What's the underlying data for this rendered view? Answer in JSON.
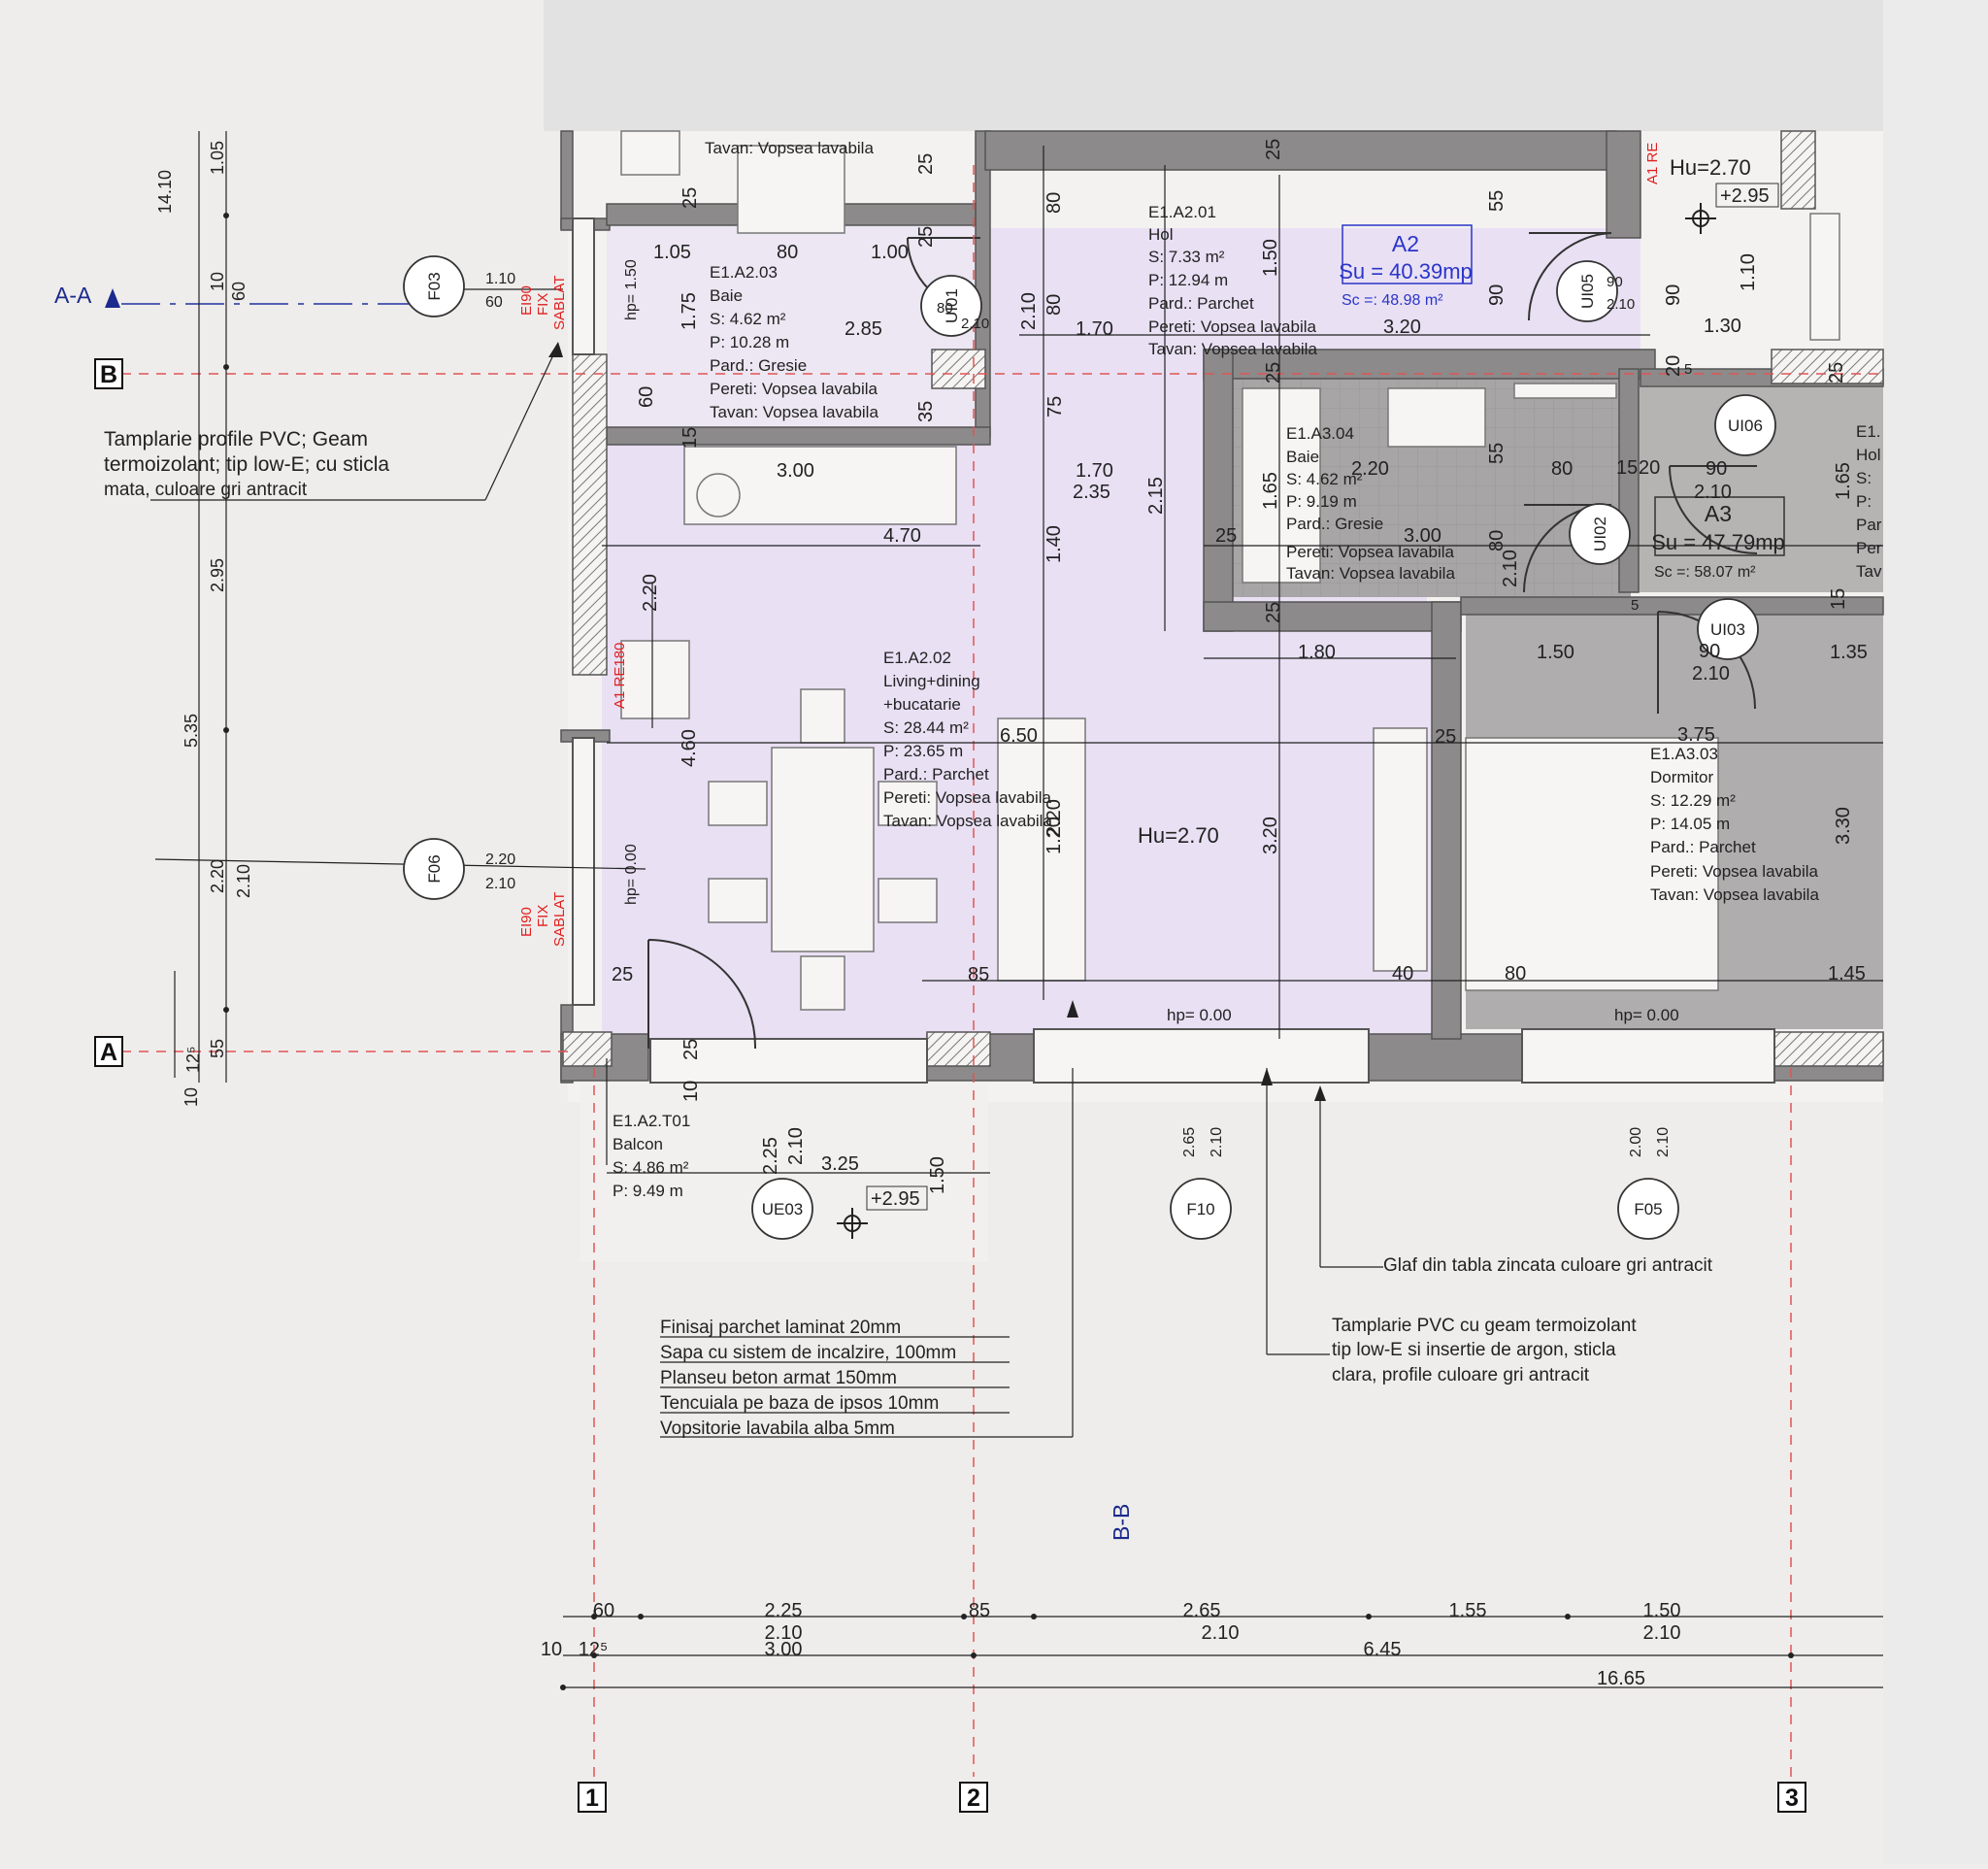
{
  "sections": {
    "aa": "A-A",
    "bb": "B-B"
  },
  "grid_labels": {
    "b": "B",
    "a": "A",
    "c1": "1",
    "c2": "2",
    "c3": "3"
  },
  "apartments": {
    "a2": {
      "name": "A2",
      "su": "Su = 40.39mp",
      "sc": "Sc =: 48.98 m²"
    },
    "a3": {
      "name": "A3",
      "su": "Su = 47.79mp",
      "sc": "Sc =: 58.07 m²"
    }
  },
  "rooms": {
    "hol": [
      "E1.A2.01",
      "Hol",
      "S: 7.33 m²",
      "P: 12.94 m",
      "Pard.: Parchet",
      "Pereti: Vopsea lavabila",
      "Tavan: Vopsea lavabila"
    ],
    "baie1": [
      "E1.A2.03",
      "Baie",
      "S: 4.62 m²",
      "P: 10.28 m",
      "Pard.: Gresie",
      "Pereti: Vopsea lavabila",
      "Tavan: Vopsea lavabila"
    ],
    "living": [
      "E1.A2.02",
      "Living+dining",
      "+bucatarie",
      "S: 28.44 m²",
      "P: 23.65 m",
      "Pard.: Parchet",
      "Pereti: Vopsea lavabila",
      "Tavan: Vopsea lavabila"
    ],
    "baie2": [
      "E1.A3.04",
      "Baie",
      "S: 4.62 m²",
      "P: 9.19 m",
      "Pard.: Gresie",
      "Pereti: Vopsea lavabila",
      "Tavan: Vopsea lavabila"
    ],
    "dormitor": [
      "E1.A3.03",
      "Dormitor",
      "S: 12.29 m²",
      "P: 14.05 m",
      "Pard.: Parchet",
      "Pereti: Vopsea lavabila",
      "Tavan: Vopsea lavabila"
    ],
    "balcon": [
      "E1.A2.T01",
      "Balcon",
      "S: 4.86 m²",
      "P: 9.49 m"
    ],
    "top_tavan": "Tavan: Vopsea lavabila",
    "hol_right": [
      "E1.",
      "Hol",
      "S:",
      "P:",
      "Par",
      "Per",
      "Tav"
    ]
  },
  "heights": {
    "hu_living": "Hu=2.70",
    "hu_top": "Hu=2.70",
    "level_top": "+2.95",
    "level_balcon": "+2.95",
    "hp_left1": "hp= 1.50",
    "hp_left2": "hp= 0.00",
    "hp_bottom1": "hp= 0.00",
    "hp_bottom2": "hp= 0.00"
  },
  "tags": {
    "f03": "F03",
    "f06": "F06",
    "f10": "F10",
    "f05": "F05",
    "ue03": "UE03",
    "ui01": "UI01",
    "ui05": "UI05",
    "ui06": "UI06",
    "ui02": "UI02",
    "ui03": "UI03"
  },
  "tag_dims": {
    "f03_a": "1.10",
    "f03_b": "60",
    "f06_a": "2.20",
    "f06_b": "2.10",
    "f10_a": "2.65",
    "f10_b": "2.10",
    "f05_a": "2.00",
    "f05_b": "2.10"
  },
  "fire": {
    "ei90_1": "EI90",
    "fix_1": "FIX",
    "sablat_1": "SABLAT",
    "ei90_2": "EI90",
    "fix_2": "FIX",
    "sablat_2": "SABLAT",
    "atre": "A1 RE180",
    "atre_top": "A1 RE"
  },
  "notes": {
    "pvc_left": [
      "Tamplarie profile PVC; Geam",
      "termoizolant; tip low-E; cu sticla",
      "mata, culoare gri antracit"
    ],
    "glaf": "Glaf din tabla zincata culoare gri antracit",
    "pvc_right": [
      "Tamplarie PVC cu geam termoizolant",
      "tip low-E si insertie de argon, sticla",
      "clara, profile culoare gri antracit"
    ],
    "layers": [
      "Finisaj parchet laminat 20mm",
      "Sapa cu sistem de incalzire, 100mm",
      "Planseu beton armat 150mm",
      "Tencuiala pe baza de ipsos 10mm",
      "Vopsitorie lavabila alba 5mm"
    ]
  },
  "dims_left": {
    "d1": "14.10",
    "d2": "1.05",
    "d3": "10",
    "d4": "60",
    "d5": "2.95",
    "d6": "5.35",
    "d7": "2.20",
    "d8": "2.10",
    "d9": "55",
    "d10": "12⁵",
    "d11": "10"
  },
  "dims_interior": {
    "i1": "1.05",
    "i2": "80",
    "i3": "1.00",
    "i4": "2.85",
    "i5": "1.75",
    "i6": "60",
    "i7": "25",
    "i8": "35",
    "i9": "15",
    "i10": "3.00",
    "i11": "1.70",
    "i12": "2.35",
    "i13": "4.70",
    "i14": "2.20",
    "i15": "4.60",
    "i16": "6.50",
    "i17": "2.15",
    "i18": "1.40",
    "i19": "75",
    "i20": "80",
    "i21": "2.10",
    "i22": "80",
    "i23": "1.70",
    "i24": "1.50",
    "i25": "3.20",
    "i26": "55",
    "i27": "90",
    "i28": "25",
    "i29": "25",
    "i30": "25",
    "i31": "1.80",
    "i32": "3.20",
    "i33": "2.20",
    "i34": "3.00",
    "i35": "1.65",
    "i36": "55",
    "i37": "80",
    "i38": "2.10",
    "i39": "80",
    "i40": "25",
    "i41": "1.30",
    "i42": "90",
    "i43": "2.10",
    "i44": "15",
    "i45": "20",
    "i46": "1.50",
    "i47": "90",
    "i48": "2.10",
    "i49": "1.35",
    "i50": "3.75",
    "i51": "3.30",
    "i52": "1.65",
    "i53": "25",
    "i54": "85",
    "i55": "40",
    "i56": "80",
    "i57": "1.45",
    "i58": "25",
    "i59": "3.25",
    "i60": "2.25",
    "i61": "2.10",
    "i62": "1.50",
    "i63": "10",
    "i64": "25",
    "i65": "1.10",
    "i66": "90",
    "i67": "2.20",
    "i68": "25",
    "i69": "80",
    "i70": "2.10",
    "i71": "25",
    "i72": "90",
    "i73": "2.10",
    "i74": "5",
    "i75": "15",
    "i76": "20",
    "i77": "1.20",
    "i78": "5",
    "i79": "25"
  },
  "dims_bottom": {
    "r1": [
      "60",
      "2.25",
      "85",
      "2.65",
      "1.55",
      "1.50"
    ],
    "r2": [
      "2.10",
      "2.10",
      "2.10"
    ],
    "r3": [
      "10",
      "12⁵",
      "3.00",
      "6.45"
    ],
    "r4": "16.65"
  }
}
